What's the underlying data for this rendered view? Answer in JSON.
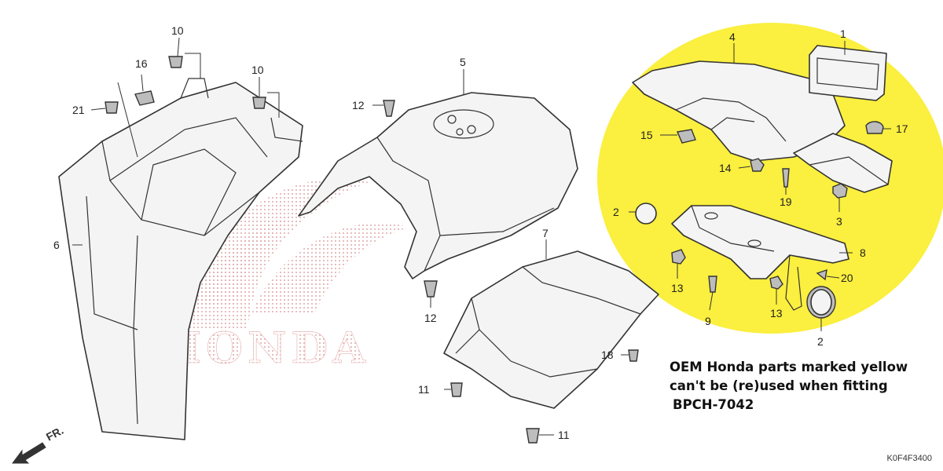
{
  "callouts": [
    "1",
    "2",
    "2",
    "3",
    "4",
    "5",
    "6",
    "7",
    "8",
    "9",
    "10",
    "10",
    "11",
    "11",
    "12",
    "12",
    "13",
    "13",
    "14",
    "15",
    "16",
    "17",
    "18",
    "19",
    "20",
    "21"
  ],
  "watermark": "HONDA",
  "direction_label": "FR.",
  "note": {
    "line1": "OEM Honda parts marked yellow",
    "line2": "can't be (re)used when fitting",
    "line3": "BPCH-7042"
  },
  "diagram_code": "K0F4F3400",
  "colors": {
    "highlight": "#fbef3f",
    "line": "#333333",
    "watermark": "#e8b0b0"
  }
}
